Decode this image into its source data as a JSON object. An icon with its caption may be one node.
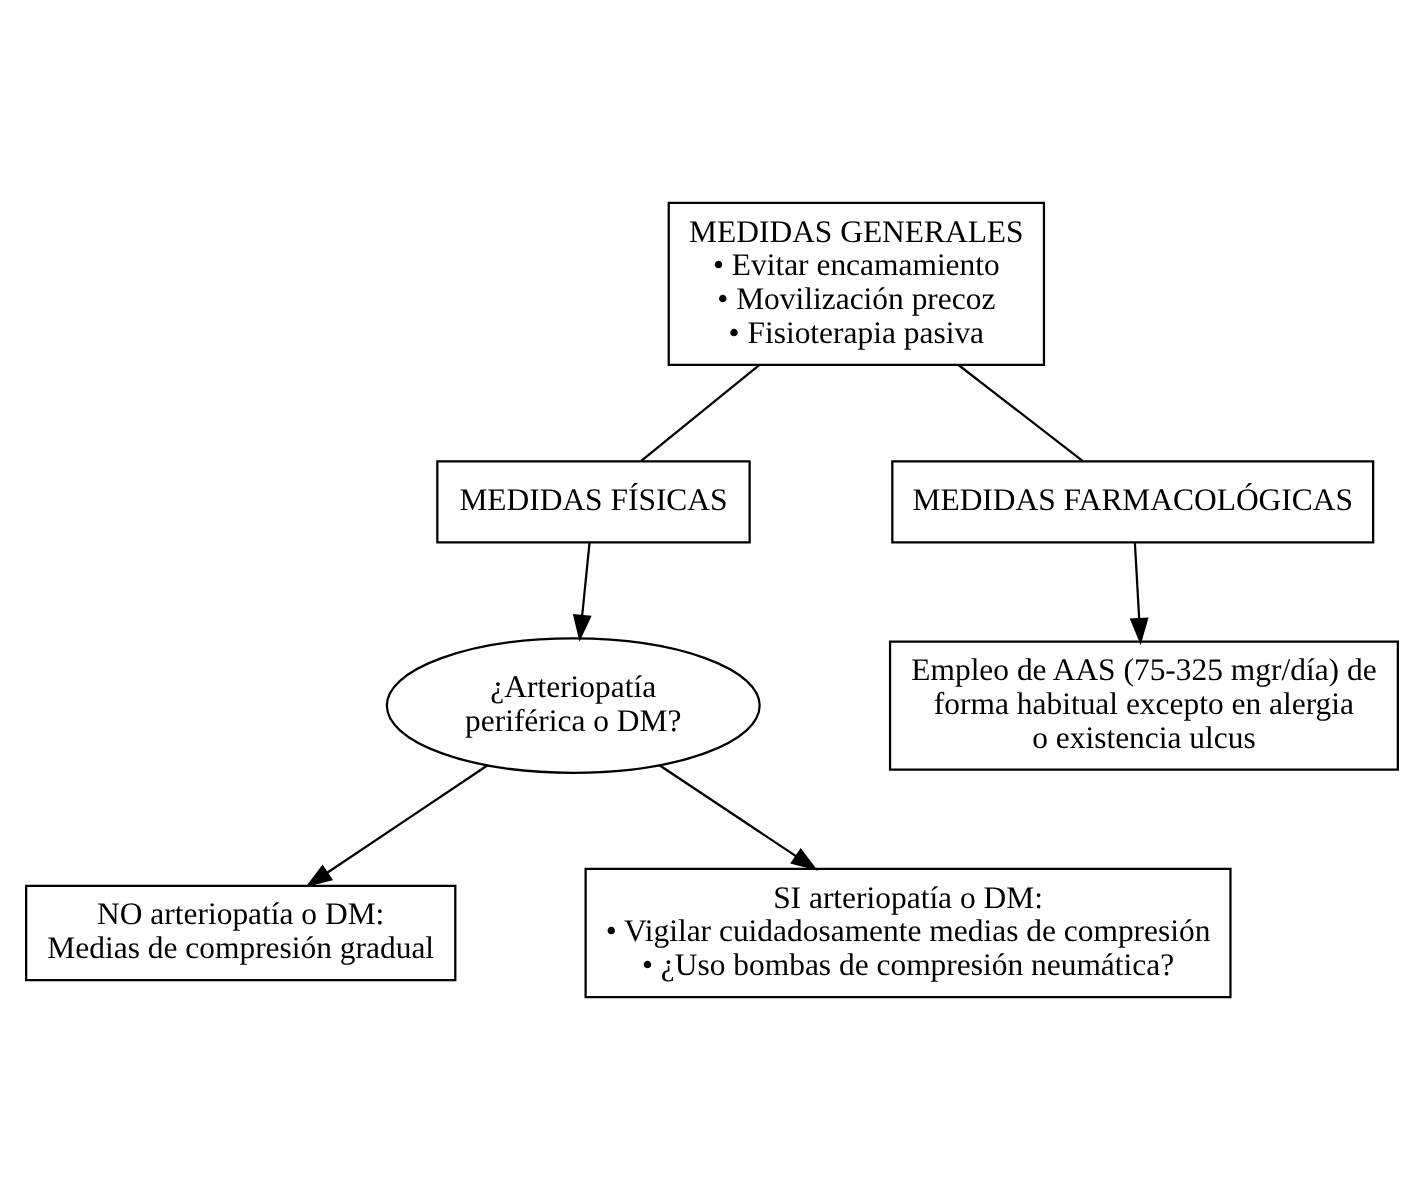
{
  "diagram": {
    "nodes": [
      {
        "text": [
          "MEDIDAS GENERALES",
          "• Evitar encamamiento",
          "• Movilización precoz",
          "• Fisioterapia pasiva"
        ]
      },
      {
        "text": [
          "MEDIDAS FÍSICAS"
        ]
      },
      {
        "text": [
          "MEDIDAS FARMACOLÓGICAS"
        ]
      },
      {
        "text": [
          "¿Arteriopatía periférica o DM?"
        ]
      },
      {
        "text": [
          "Empleo de AAS (75-325 mgr/día) de forma habitual excepto en alergia o existencia ulcus"
        ]
      },
      {
        "text": [
          "NO arteriopatía o DM:",
          "Medias de compresión gradual"
        ]
      },
      {
        "text": [
          "SI arteriopatía o DM:",
          "• Vigilar cuidadosamente medias de compresión",
          "• ¿Uso bombas de compresión neumática?"
        ]
      }
    ],
    "edges": [
      {
        "from": 0,
        "to": 1,
        "arrow": "none"
      },
      {
        "from": 0,
        "to": 2,
        "arrow": "none"
      },
      {
        "from": 1,
        "to": 3,
        "arrow": "to"
      },
      {
        "from": 2,
        "to": 4,
        "arrow": "to"
      },
      {
        "from": 3,
        "to": 5,
        "arrow": "to"
      },
      {
        "from": 3,
        "to": 6,
        "arrow": "to"
      }
    ]
  }
}
